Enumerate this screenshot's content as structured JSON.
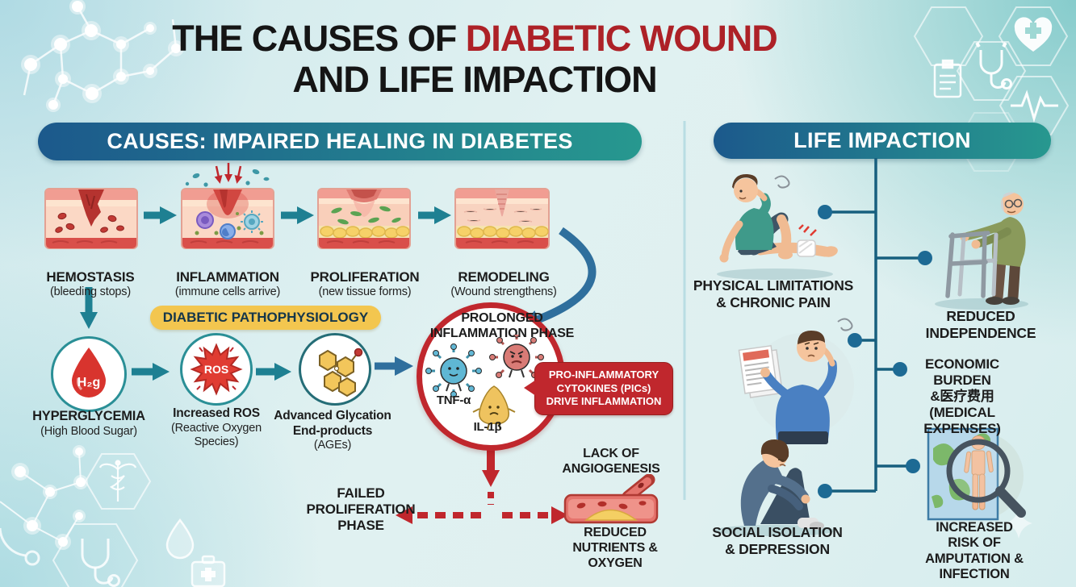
{
  "title": {
    "line1_black": "THE CAUSES OF",
    "line1_red": "DIABETIC WOUND",
    "line2": "AND LIFE IMPACTION"
  },
  "causes": {
    "header": "CAUSES: IMPAIRED HEALING IN DIABETES",
    "stages": [
      {
        "name": "HEMOSTASIS",
        "desc": "(bleeding stops)"
      },
      {
        "name": "INFLAMMATION",
        "desc": "(immune cells arrive)"
      },
      {
        "name": "PROLIFERATION",
        "desc": "(new tissue forms)"
      },
      {
        "name": "REMODELING",
        "desc": "(Wound strengthens)"
      }
    ],
    "banner": "DIABETIC PATHOPHYSIOLOGY",
    "steps": [
      {
        "name": "HYPERGLYCEMIA",
        "desc": "(High Blood Sugar)",
        "badge": "H₂g"
      },
      {
        "name": "Increased ROS",
        "desc": "(Reactive Oxygen\nSpecies)",
        "badge": "ROS"
      },
      {
        "name": "Advanced Glycation\nEnd-products",
        "desc": "(AGEs)"
      }
    ],
    "prolonged_title": "PROLONGED\nINFLAMMATION PHASE",
    "cytokine_tnf": "TNF-α",
    "cytokine_il": "IL-1β",
    "pics_bubble": "PRO-INFLAMMATORY\nCYTOKINES (PICs)\nDRIVE INFLAMMATION",
    "failed_phase": "FAILED\nPROLIFERATION\nPHASE",
    "lack_angiogenesis": "LACK OF\nANGIOGENESIS",
    "reduced_nutrients": "REDUCED\nNUTRIENTS &\nOXYGEN"
  },
  "impact": {
    "header": "LIFE IMPACTION",
    "items": [
      {
        "label": "PHYSICAL LIMITATIONS\n& CHRONIC PAIN"
      },
      {
        "label": "REDUCED\nINDEPENDENCE"
      },
      {
        "label": "ECONOMIC BURDEN\n&医疗费用\n(MEDICAL EXPENSES)"
      },
      {
        "label": "SOCIAL ISOLATION\n& DEPRESSION"
      },
      {
        "label": "INCREASED RISK OF\nAMPUTATION &\nINFECTION"
      }
    ]
  },
  "colors": {
    "background": "#dff0f0",
    "header_gradient_start": "#1c598c",
    "header_gradient_end": "#27988f",
    "title_highlight_red": "#ad2127",
    "banner_yellow": "#f3c64f",
    "arrow_teal": "#1e8092",
    "arrow_blue": "#2f6f9d",
    "alert_red": "#c0272d",
    "connector_dark": "#175f7e",
    "connector_dot": "#1d6a94"
  }
}
